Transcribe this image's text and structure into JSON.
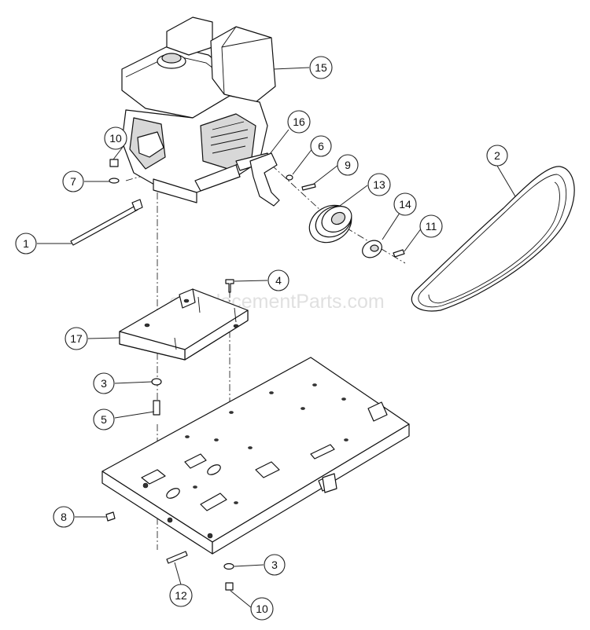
{
  "watermark": "eReplacementParts.com",
  "callouts": [
    {
      "label": "1"
    },
    {
      "label": "2"
    },
    {
      "label": "3"
    },
    {
      "label": "3"
    },
    {
      "label": "4"
    },
    {
      "label": "5"
    },
    {
      "label": "6"
    },
    {
      "label": "7"
    },
    {
      "label": "8"
    },
    {
      "label": "9"
    },
    {
      "label": "10"
    },
    {
      "label": "10"
    },
    {
      "label": "11"
    },
    {
      "label": "12"
    },
    {
      "label": "13"
    },
    {
      "label": "14"
    },
    {
      "label": "15"
    },
    {
      "label": "16"
    },
    {
      "label": "17"
    }
  ]
}
